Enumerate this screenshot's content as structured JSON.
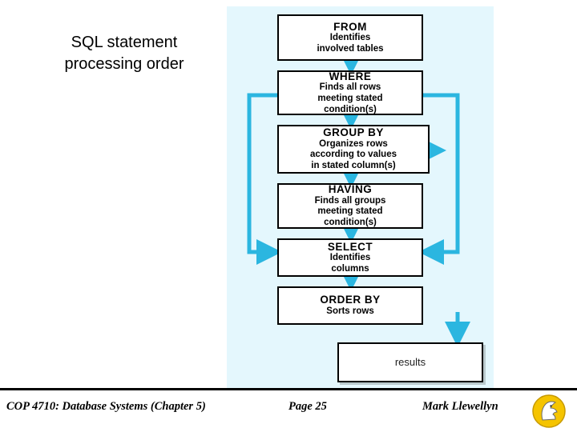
{
  "slide": {
    "title": "SQL statement\nprocessing order"
  },
  "diagram": {
    "panel_bg": "#e4f7fd",
    "arrow_color": "#2bb6e0",
    "box_border": "#000000",
    "nodes": [
      {
        "keyword": "FROM",
        "description": "Identifies\ninvolved tables"
      },
      {
        "keyword": "WHERE",
        "description": "Finds all rows\nmeeting stated\ncondition(s)"
      },
      {
        "keyword": "GROUP BY",
        "description": "Organizes rows\naccording to values\nin stated column(s)"
      },
      {
        "keyword": "HAVING",
        "description": "Finds all groups\nmeeting stated\ncondition(s)"
      },
      {
        "keyword": "SELECT",
        "description": "Identifies\ncolumns"
      },
      {
        "keyword": "ORDER BY",
        "description": "Sorts rows"
      },
      {
        "keyword": "",
        "description": "results"
      }
    ]
  },
  "footer": {
    "course": "COP 4710: Database Systems  (Chapter 5)",
    "page": "Page 25",
    "author": "Mark Llewellyn",
    "logo_name": "ucf-knight-logo"
  }
}
